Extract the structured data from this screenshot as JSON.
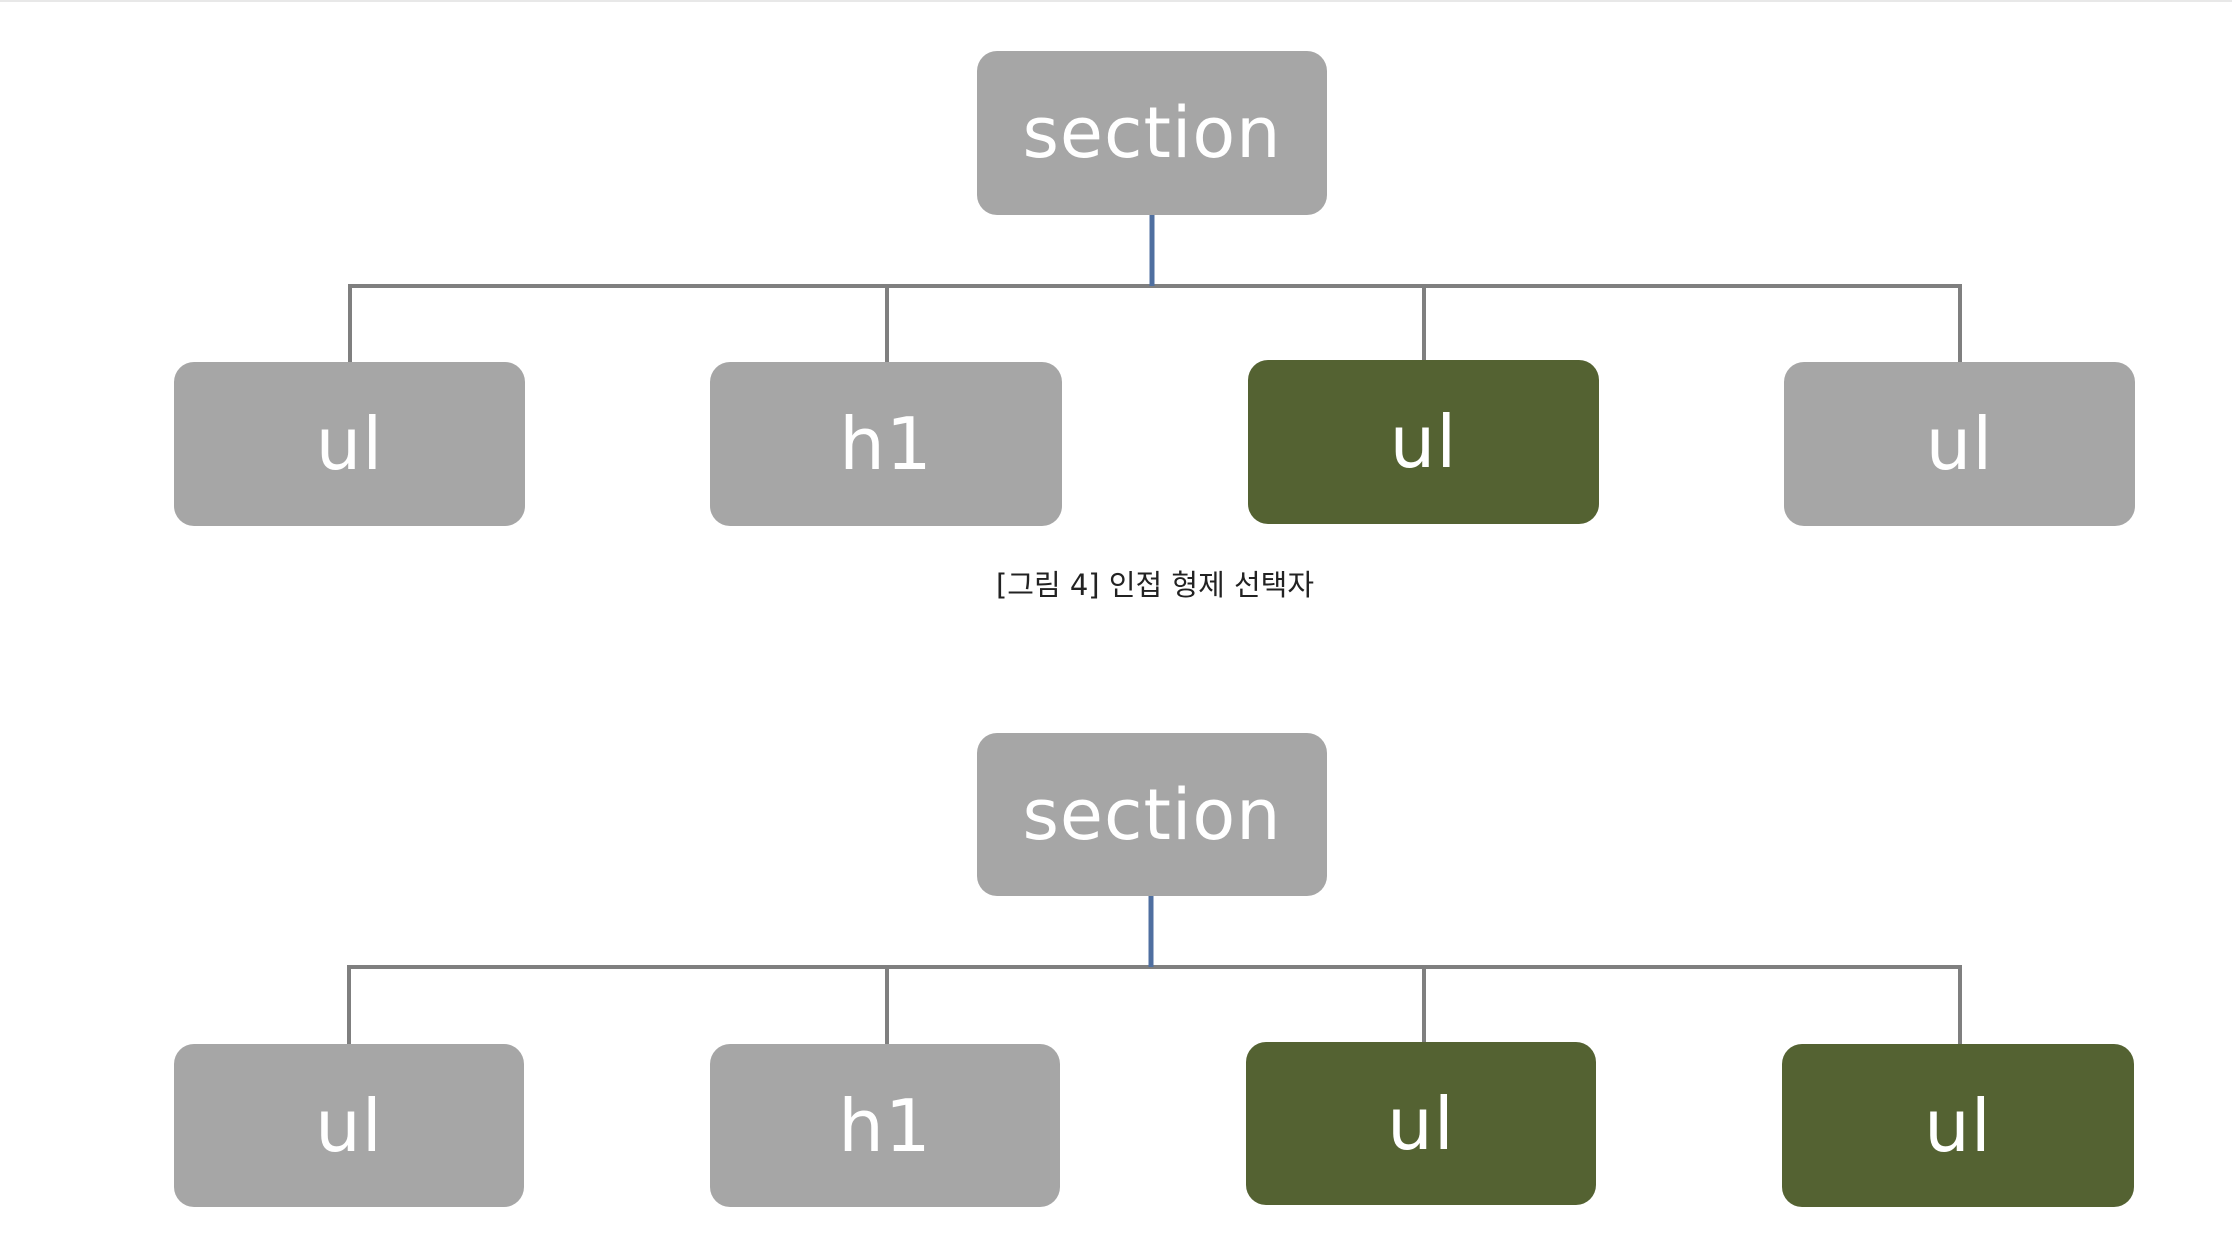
{
  "figure_top": {
    "root": {
      "label": "section"
    },
    "children": [
      {
        "label": "ul",
        "selected": false
      },
      {
        "label": "h1",
        "selected": false
      },
      {
        "label": "ul",
        "selected": true
      },
      {
        "label": "ul",
        "selected": false
      }
    ],
    "caption": "[그림 4] 인접 형제 선택자"
  },
  "figure_bottom": {
    "root": {
      "label": "section"
    },
    "children": [
      {
        "label": "ul",
        "selected": false
      },
      {
        "label": "h1",
        "selected": false
      },
      {
        "label": "ul",
        "selected": true
      },
      {
        "label": "ul",
        "selected": true
      }
    ]
  },
  "colors": {
    "node_default": "#a6a6a6",
    "node_selected": "#546232",
    "connector": "#7f7f7f",
    "root_stem": "#4f6fa0"
  }
}
